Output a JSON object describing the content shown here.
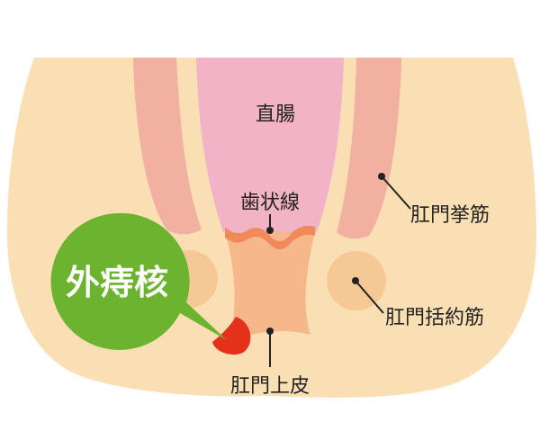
{
  "labels": {
    "rectum": "直腸",
    "dentate_line": "歯状線",
    "levator_ani": "肛門挙筋",
    "sphincter": "肛門括約筋",
    "anoderm": "肛門上皮",
    "external_hemorrhoid": "外痔核"
  },
  "colors": {
    "skin": "#fbdfb4",
    "muscle": "#f2b0a0",
    "rectum": "#f1b3c5",
    "canal": "#f6b78a",
    "dentate": "#f08a5a",
    "sphincter_circle": "#f6c896",
    "bubble": "#6cb32f",
    "hemorrhoid": "#e5311a",
    "leader": "#222222"
  }
}
